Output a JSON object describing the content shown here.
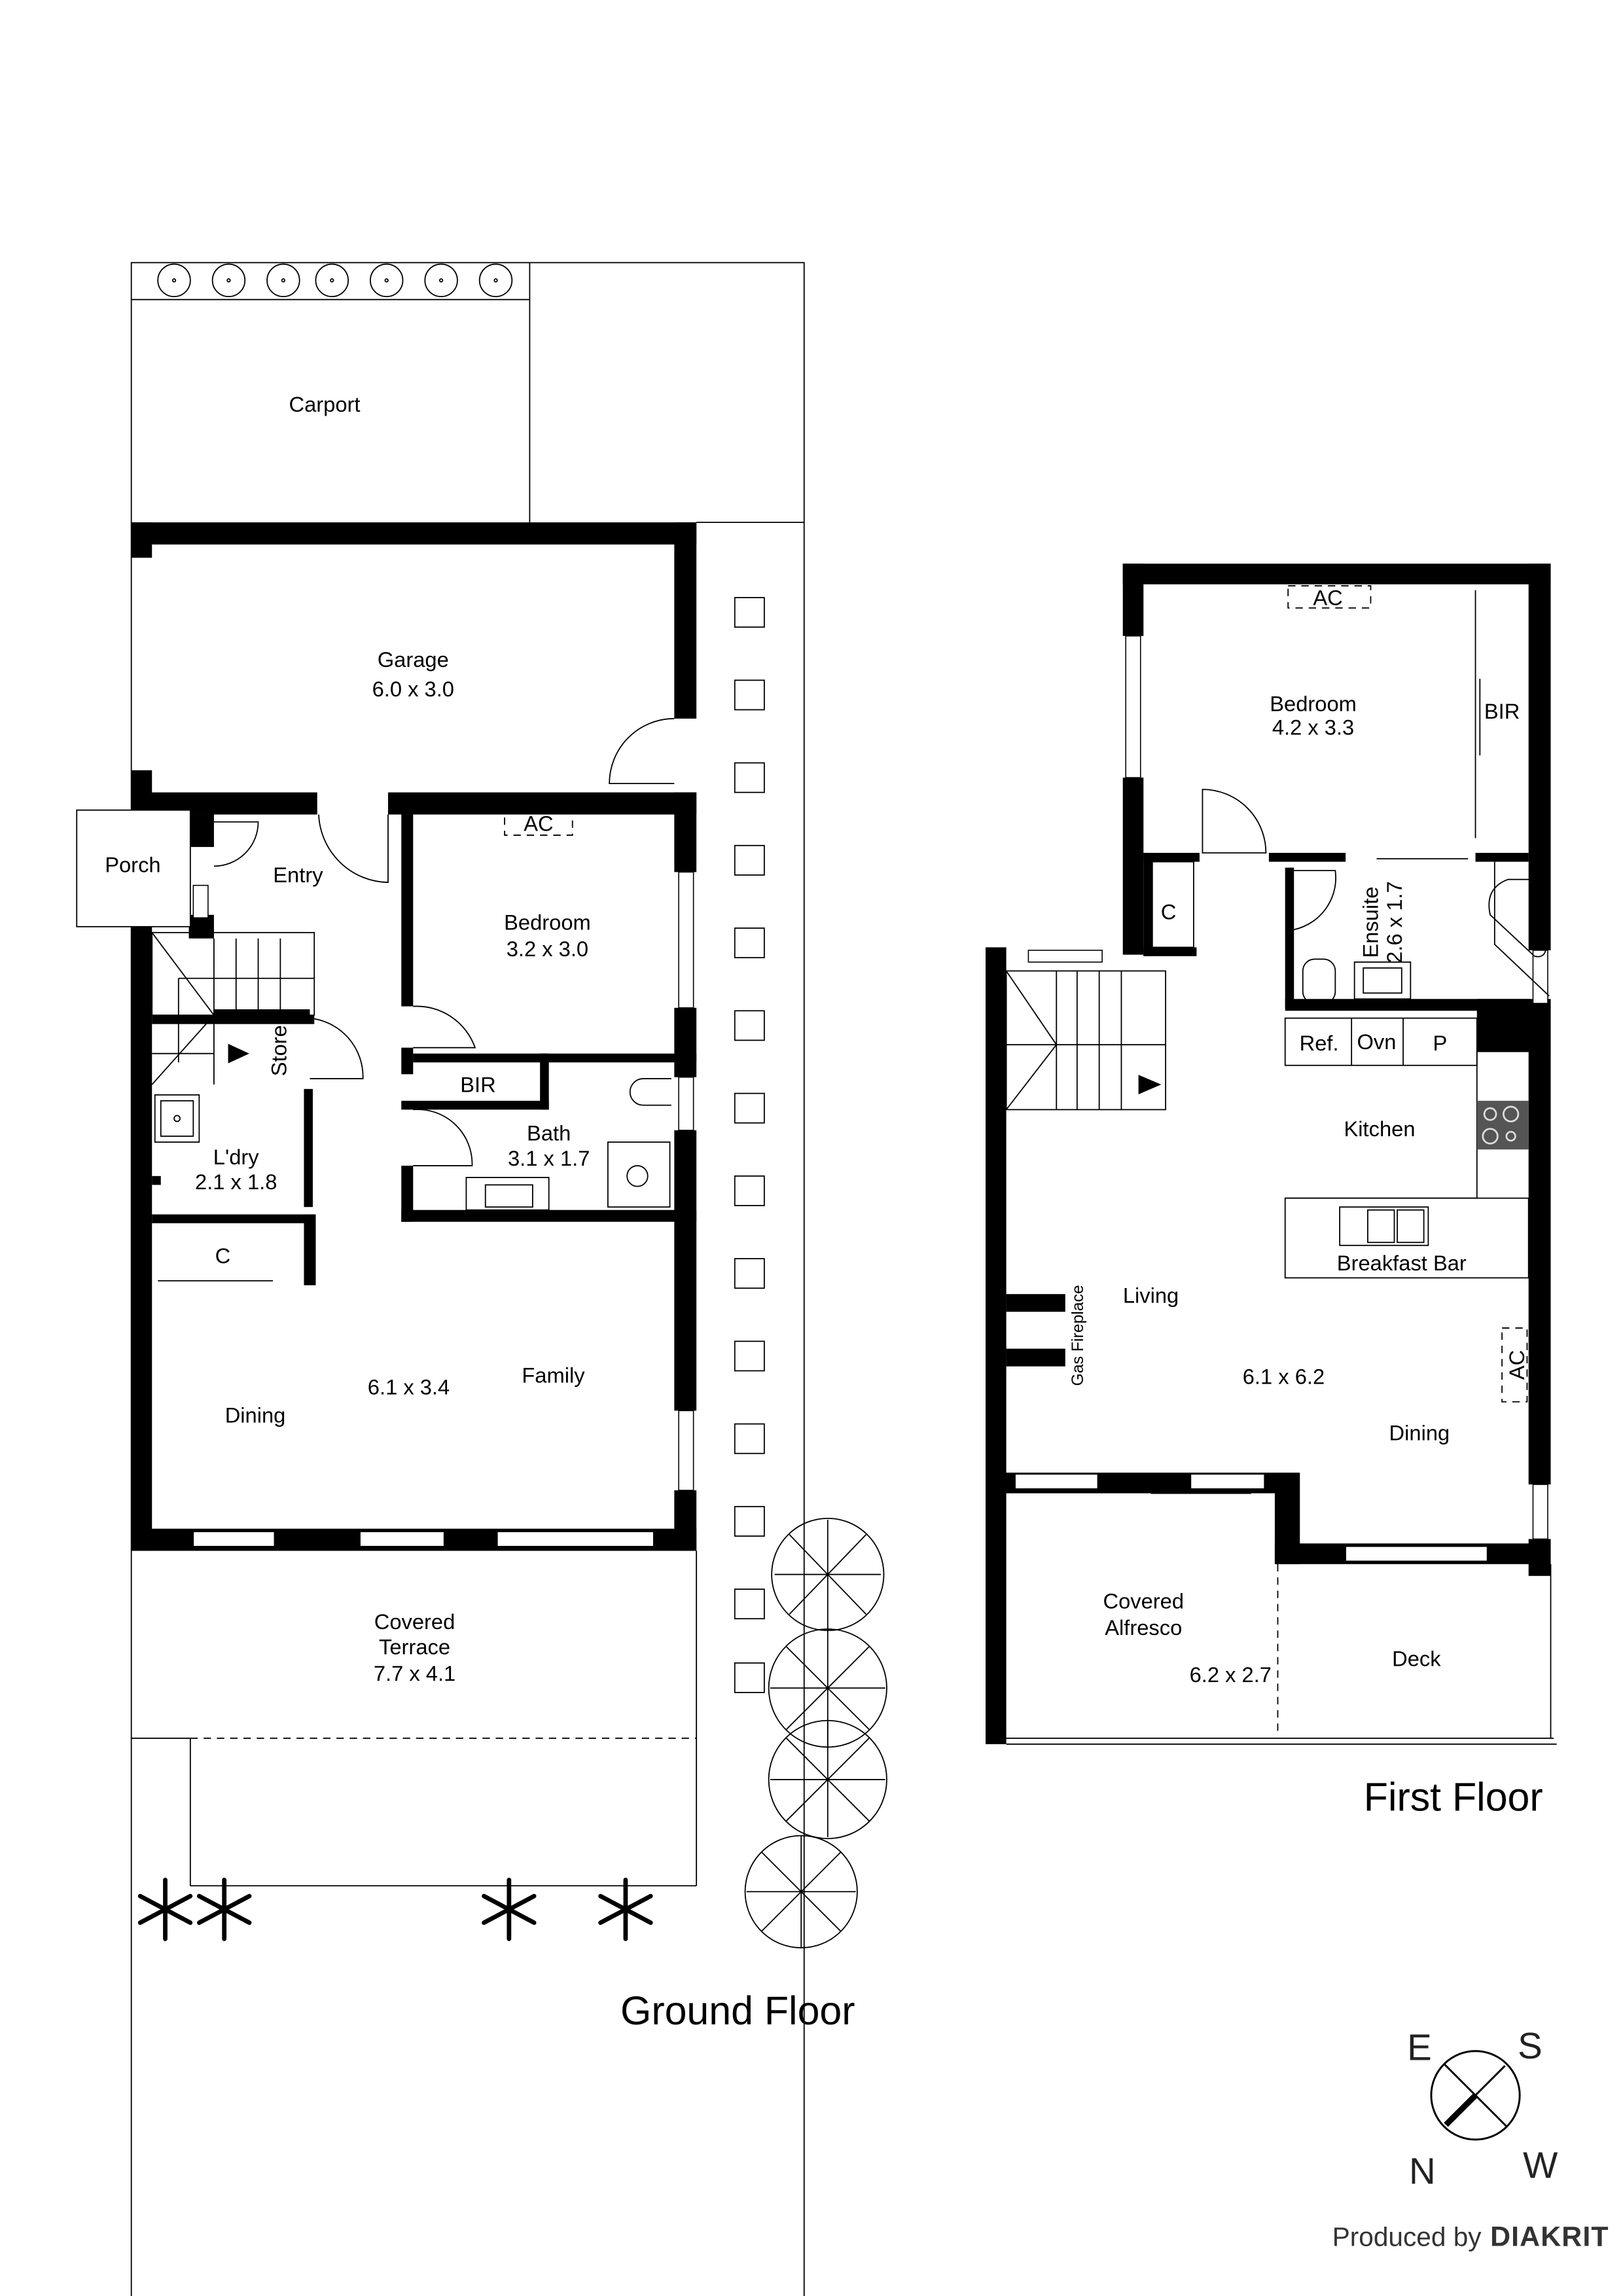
{
  "ground_floor": {
    "title": "Ground Floor",
    "rooms": {
      "carport": {
        "name": "Carport"
      },
      "garage": {
        "name": "Garage",
        "dims": "6.0 x 3.0"
      },
      "porch": {
        "name": "Porch"
      },
      "entry": {
        "name": "Entry"
      },
      "bedroom": {
        "name": "Bedroom",
        "dims": "3.2 x 3.0",
        "ac": "AC"
      },
      "store": {
        "name": "Store"
      },
      "bir": {
        "name": "BIR"
      },
      "laundry": {
        "name": "L'dry",
        "dims": "2.1 x 1.8"
      },
      "bath": {
        "name": "Bath",
        "dims": "3.1 x 1.7"
      },
      "cupboard": {
        "name": "C"
      },
      "living": {
        "dining": "Dining",
        "dims": "6.1 x 3.4",
        "family": "Family"
      },
      "terrace": {
        "line1": "Covered",
        "line2": "Terrace",
        "dims": "7.7 x 4.1"
      }
    }
  },
  "first_floor": {
    "title": "First Floor",
    "rooms": {
      "bedroom": {
        "name": "Bedroom",
        "dims": "4.2 x 3.3",
        "ac": "AC"
      },
      "bir": {
        "name": "BIR"
      },
      "cupboard": {
        "name": "C"
      },
      "ensuite": {
        "name": "Ensuite",
        "dims": "2.6 x 1.7"
      },
      "fridge": {
        "name": "Ref."
      },
      "oven": {
        "name": "Ovn"
      },
      "pantry": {
        "name": "P"
      },
      "kitchen": {
        "name": "Kitchen"
      },
      "breakfast_bar": {
        "name": "Breakfast Bar"
      },
      "fireplace": {
        "name": "Gas Fireplace"
      },
      "living": {
        "living": "Living",
        "dims": "6.1 x 6.2",
        "dining": "Dining",
        "ac": "AC"
      },
      "alfresco": {
        "line1": "Covered",
        "line2": "Alfresco",
        "dims": "6.2 x 2.7"
      },
      "deck": {
        "name": "Deck"
      }
    }
  },
  "compass": {
    "e": "E",
    "s": "S",
    "n": "N",
    "w": "W"
  },
  "credit": {
    "prefix": "Produced by",
    "brand": "DIAKRIT"
  }
}
